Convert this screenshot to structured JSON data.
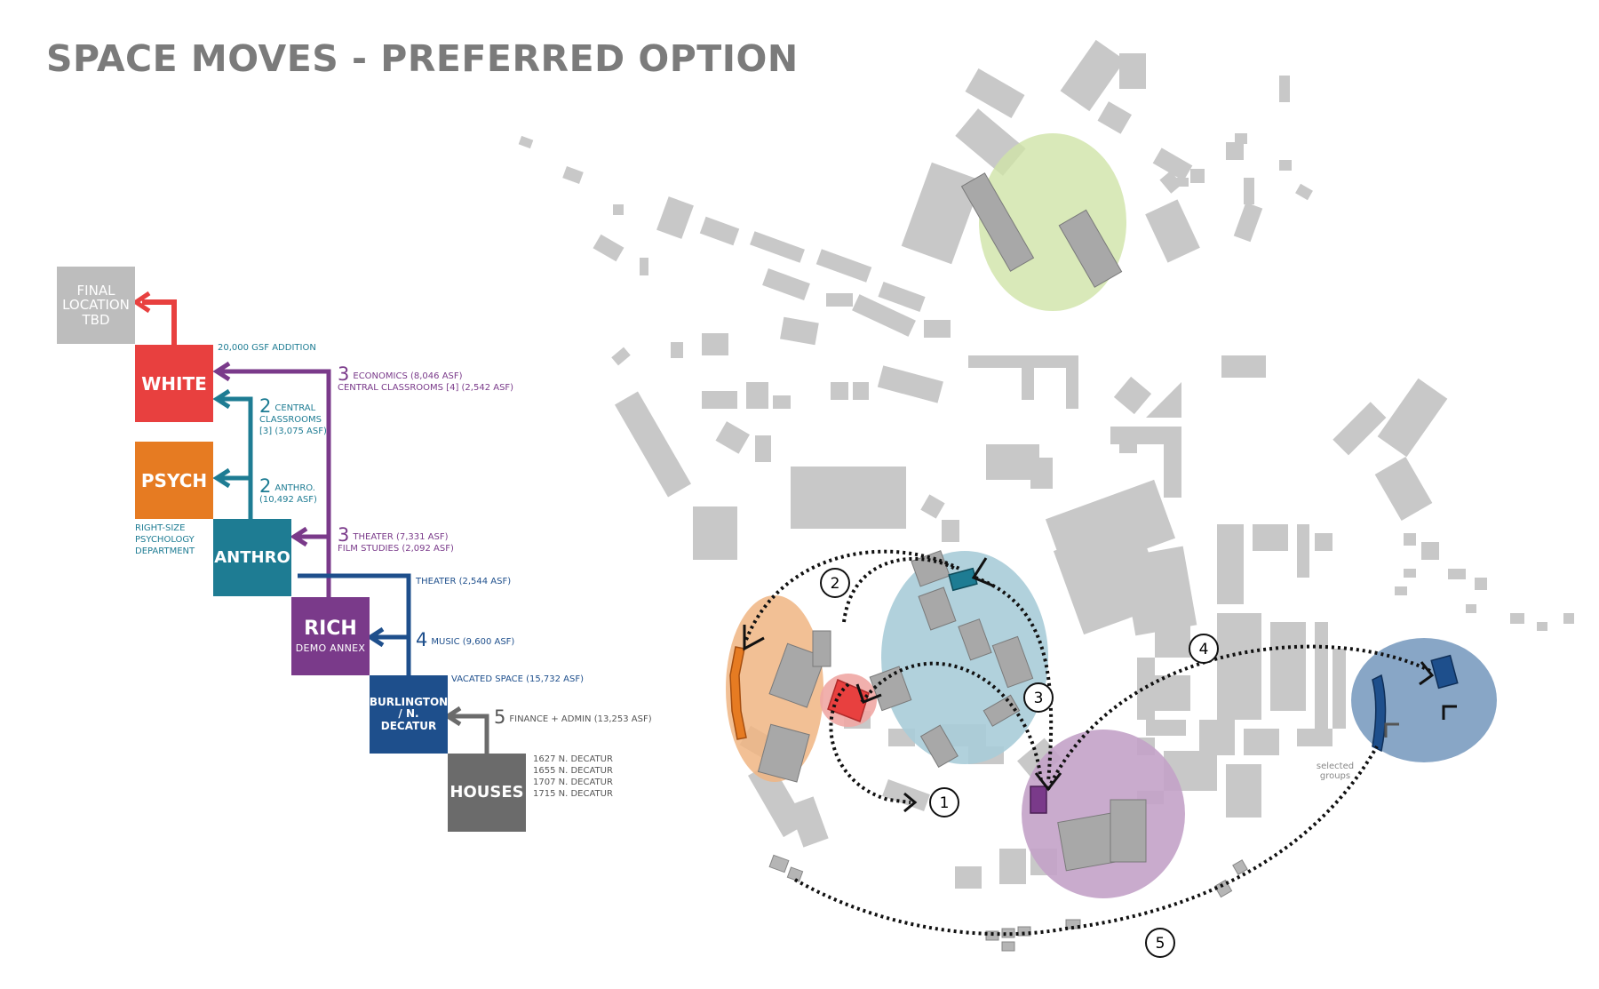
{
  "title": "SPACE MOVES - PREFERRED OPTION",
  "colors": {
    "red": "#e8403f",
    "orange": "#e67b22",
    "teal": "#1e7c93",
    "purple": "#7a3a8a",
    "blue": "#1e4f8c",
    "gray": "#6b6b6b",
    "light_gray": "#bdbdbd"
  },
  "boxes": {
    "final": {
      "line1": "FINAL",
      "line2": "LOCATION",
      "line3": "TBD"
    },
    "white": {
      "label": "WHITE"
    },
    "psych": {
      "label": "PSYCH"
    },
    "anthro": {
      "label": "ANTHRO"
    },
    "rich": {
      "label": "RICH",
      "sub": "DEMO ANNEX"
    },
    "burlington": {
      "line1": "BURLINGTON",
      "line2": "/ N. DECATUR"
    },
    "houses": {
      "label": "HOUSES"
    }
  },
  "labels": {
    "gsf_addition": "20,000 GSF ADDITION",
    "move3a_num": "3",
    "move3a_line1": "ECONOMICS (8,046 ASF)",
    "move3a_line2": "CENTRAL CLASSROOMS [4] (2,542 ASF)",
    "move2a_num": "2",
    "move2a_line1": "CENTRAL",
    "move2a_line2": "CLASSROOMS",
    "move2a_line3": "[3] (3,075 ASF)",
    "move2b_num": "2",
    "move2b_line1": "ANTHRO.",
    "move2b_line2": "(10,492 ASF)",
    "psych_note1": "RIGHT-SIZE",
    "psych_note2": "PSYCHOLOGY",
    "psych_note3": "DEPARTMENT",
    "move3b_num": "3",
    "move3b_line1": "THEATER (7,331 ASF)",
    "move3b_line2": "FILM STUDIES (2,092 ASF)",
    "theater": "THEATER (2,544 ASF)",
    "move4_num": "4",
    "move4_line1": "MUSIC (9,600 ASF)",
    "vacated": "VACATED SPACE (15,732 ASF)",
    "move5_num": "5",
    "move5_line1": "FINANCE + ADMIN (13,253 ASF)",
    "houses_list": [
      "1627 N. DECATUR",
      "1655 N. DECATUR",
      "1707 N. DECATUR",
      "1715 N. DECATUR"
    ]
  },
  "map": {
    "markers": [
      "1",
      "2",
      "3",
      "4",
      "5"
    ],
    "selected_groups_line1": "selected",
    "selected_groups_line2": "groups"
  }
}
